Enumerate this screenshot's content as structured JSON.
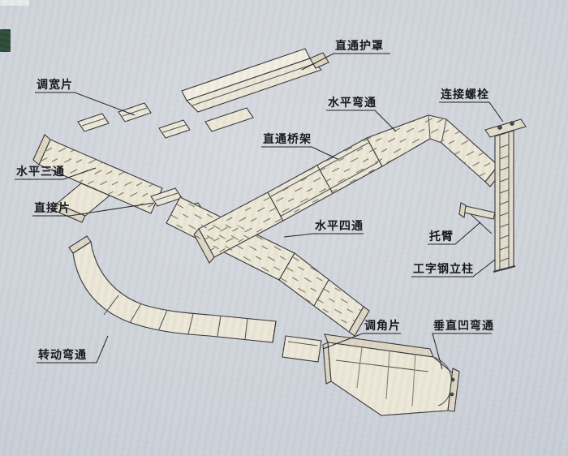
{
  "diagram": {
    "colors": {
      "background": "#cdd2d9",
      "line": "#33343a",
      "tray_fill": "#ece7d6",
      "tray_fill_light": "#f2eee0",
      "tray_fill_dark": "#ddd6c2",
      "label_text": "#15151a",
      "photo_artifact_green": "#2b4a38"
    },
    "labels": [
      {
        "id": "straight-cover",
        "text": "直通护罩"
      },
      {
        "id": "width-adjust-piece",
        "text": "调宽片"
      },
      {
        "id": "horizontal-bend",
        "text": "水平弯通"
      },
      {
        "id": "connecting-bolt",
        "text": "连接螺栓"
      },
      {
        "id": "straight-tray",
        "text": "直通桥架"
      },
      {
        "id": "horizontal-tee",
        "text": "水平三通"
      },
      {
        "id": "direct-piece",
        "text": "直接片"
      },
      {
        "id": "horizontal-cross",
        "text": "水平四通"
      },
      {
        "id": "bracket",
        "text": "托臂"
      },
      {
        "id": "i-beam-column",
        "text": "工字钢立柱"
      },
      {
        "id": "angle-adjust-piece",
        "text": "调角片"
      },
      {
        "id": "vertical-concave-bend",
        "text": "垂直凹弯通"
      },
      {
        "id": "rotating-bend",
        "text": "转动弯通"
      }
    ]
  }
}
